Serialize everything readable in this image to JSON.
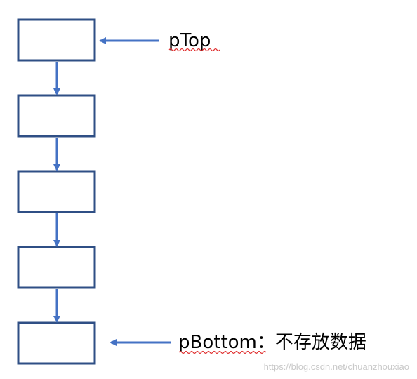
{
  "diagram": {
    "top_label": "pTop",
    "bottom_label": "pBottom：不存放数据",
    "node_count": 5,
    "colors": {
      "node_border": "#2f4f85",
      "arrow": "#4472c4",
      "spellcheck_underline": "#e03030",
      "watermark": "#c9c9c9"
    }
  },
  "watermark": "https://blog.csdn.net/chuanzhouxiao"
}
